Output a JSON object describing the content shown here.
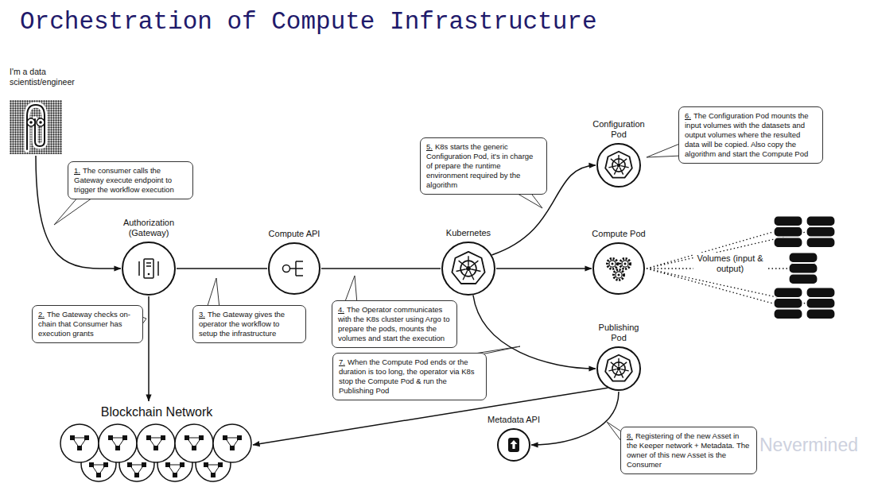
{
  "diagram": {
    "title": "Orchestration of Compute Infrastructure",
    "nodes": [
      {
        "text": [
          "I'm a data scientist/engineer"
        ]
      },
      {
        "text": [
          "1.",
          "The consumer calls the Gateway execute endpoint to trigger the workflow execution"
        ]
      },
      {
        "text": [
          "Authorization (Gateway)"
        ]
      },
      {
        "text": [
          "2.",
          "The Gateway checks on-chain that Consumer has execution grants"
        ]
      },
      {
        "text": [
          "Compute API"
        ]
      },
      {
        "text": [
          "3.",
          "The Gateway gives the operator the workflow to setup the infrastructure"
        ]
      },
      {
        "text": [
          "Kubernetes"
        ]
      },
      {
        "text": [
          "4.",
          "The Operator communicates with the K8s cluster using Argo to prepare the pods, mounts the volumes and start the execution"
        ]
      },
      {
        "text": [
          "5.",
          "K8s starts the generic Configuration Pod, it's in charge of prepare the runtime environment required by the algorithm"
        ]
      },
      {
        "text": [
          "Configuration Pod"
        ]
      },
      {
        "text": [
          "6.",
          "The Configuration Pod mounts the input volumes with the datasets and output volumes where the resulted data will be copied. Also copy the algorithm and start the Compute Pod"
        ]
      },
      {
        "text": [
          "Compute Pod"
        ]
      },
      {
        "text": [
          "Volumes (input & output)"
        ]
      },
      {
        "text": [
          "Publishing Pod"
        ]
      },
      {
        "text": [
          "7.",
          "When the Compute Pod ends or the duration is too long, the operator via K8s stop the Compute Pod & run the Publishing Pod"
        ]
      },
      {
        "text": [
          "Blockchain Network"
        ]
      },
      {
        "text": [
          "Metadata API"
        ]
      },
      {
        "text": [
          "8.",
          "Registering of the new Asset in the Keeper network + Metadata. The owner of this new Asset is the Consumer"
        ]
      }
    ],
    "edges": [
      {
        "from": 0,
        "to": 2,
        "arrow": "to"
      },
      {
        "from": 2,
        "to": 15,
        "arrow": "to"
      },
      {
        "from": 2,
        "to": 4,
        "arrow": "none"
      },
      {
        "from": 4,
        "to": 6,
        "arrow": "none"
      },
      {
        "from": 6,
        "to": 9,
        "arrow": "to"
      },
      {
        "from": 6,
        "to": 11,
        "arrow": "to"
      },
      {
        "from": 6,
        "to": 13,
        "arrow": "to"
      },
      {
        "from": 11,
        "to": 12,
        "arrow": "none"
      },
      {
        "from": 13,
        "to": 15,
        "arrow": "to"
      },
      {
        "from": 13,
        "to": 16,
        "arrow": "to"
      }
    ],
    "labels": [
      "Nevermined"
    ]
  }
}
